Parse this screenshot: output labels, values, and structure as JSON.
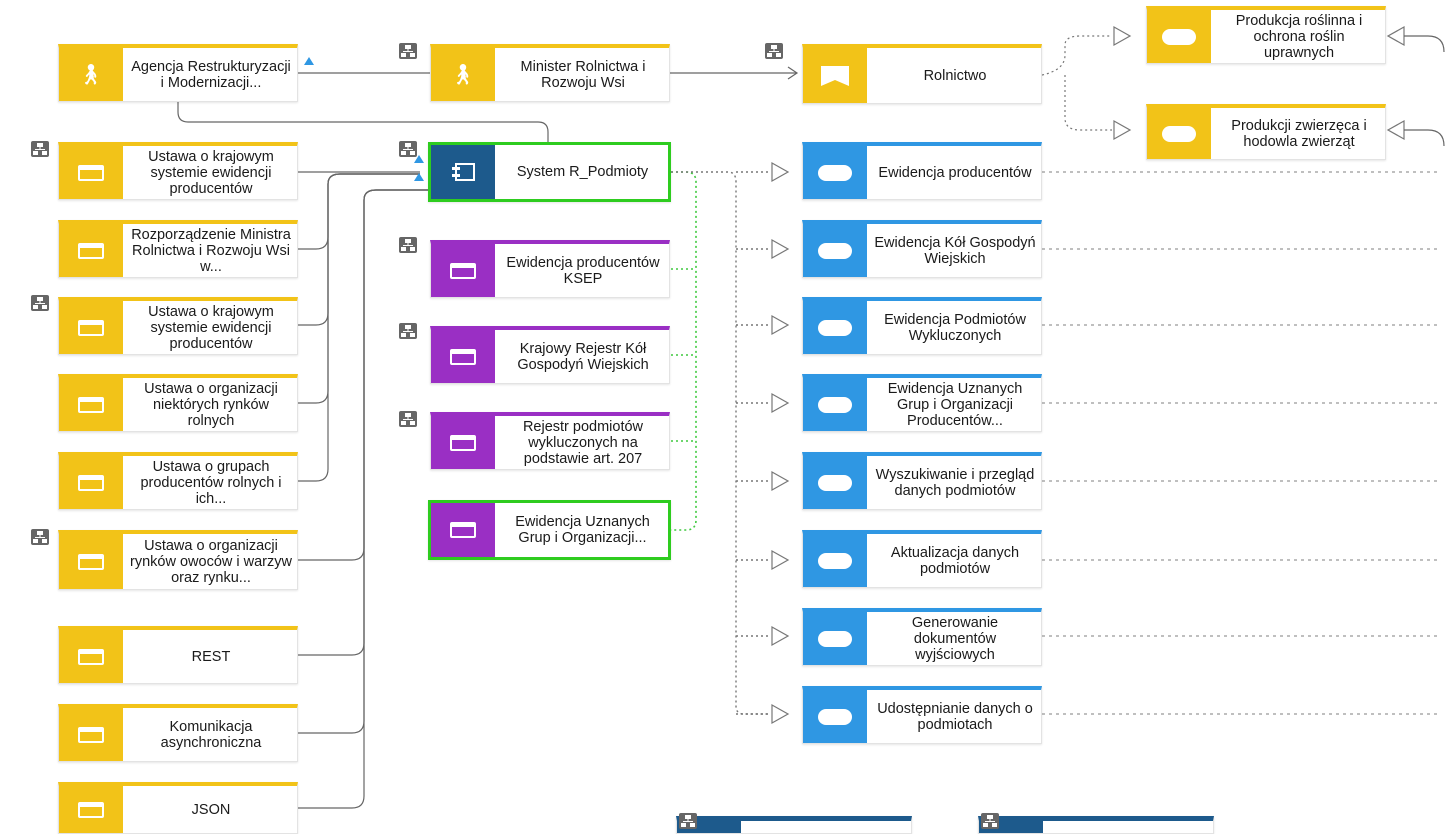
{
  "colors": {
    "organization": "#f2c318",
    "service": "#2f97e3",
    "data_object": "#9a2fc4",
    "system": "#1d5a8c",
    "highlight": "#2ecc1f"
  },
  "icons": {
    "actor": "person-icon",
    "domain": "flag-icon",
    "function": "pill-icon",
    "document": "document-icon",
    "component": "component-icon",
    "drilldown": "hierarchy-icon"
  },
  "nodes": {
    "agencja": {
      "label": "Agencja Restrukturyzacji i Modernizacji..."
    },
    "minister": {
      "label": "Minister Rolnictwa i Rozwoju Wsi"
    },
    "rolnictwo": {
      "label": "Rolnictwo"
    },
    "prod_rosl": {
      "label": "Produkcja roślinna i ochrona roślin uprawnych"
    },
    "prod_zw": {
      "label": "Produkcji zwierzęca i hodowla zwierząt"
    },
    "ustawa_krajowy1": {
      "label": "Ustawa o krajowym systemie ewidencji producentów"
    },
    "rozporzadzenie": {
      "label": "Rozporządzenie Ministra Rolnictwa i Rozwoju Wsi w..."
    },
    "ustawa_krajowy2": {
      "label": "Ustawa o krajowym systemie ewidencji producentów"
    },
    "ustawa_org_rynk": {
      "label": "Ustawa o organizacji niektórych rynków rolnych"
    },
    "ustawa_grupach": {
      "label": "Ustawa o grupach producentów rolnych i ich..."
    },
    "ustawa_owoc": {
      "label": "Ustawa o organizacji rynków owoców i warzyw oraz rynku..."
    },
    "rest": {
      "label": "REST"
    },
    "komunikacja": {
      "label": "Komunikacja asynchroniczna"
    },
    "json": {
      "label": "JSON"
    },
    "system": {
      "label": "System R_Podmioty"
    },
    "ksep": {
      "label": "Ewidencja producentów KSEP"
    },
    "krajowy_rejestr": {
      "label": "Krajowy Rejestr Kół Gospodyń Wiejskich"
    },
    "rejestr_wyk": {
      "label": "Rejestr podmiotów wykluczonych na podstawie art. 207"
    },
    "ewid_uzn_grup": {
      "label": "Ewidencja Uznanych Grup i Organizacji..."
    },
    "svc_ewid_prod": {
      "label": "Ewidencja producentów"
    },
    "svc_ewid_kol": {
      "label": "Ewidencja Kół Gospodyń Wiejskich"
    },
    "svc_ewid_wyk": {
      "label": "Ewidencja Podmiotów Wykluczonych"
    },
    "svc_ewid_uzn": {
      "label": "Ewidencja Uznanych Grup i Organizacji Producentów..."
    },
    "svc_wyszuk": {
      "label": "Wyszukiwanie i przegląd danych podmiotów"
    },
    "svc_aktual": {
      "label": "Aktualizacja danych podmiotów"
    },
    "svc_gener": {
      "label": "Generowanie dokumentów wyjściowych"
    },
    "svc_udost": {
      "label": "Udostępnianie danych o podmiotach"
    },
    "bottom1": {
      "label": ""
    },
    "bottom2": {
      "label": ""
    }
  }
}
